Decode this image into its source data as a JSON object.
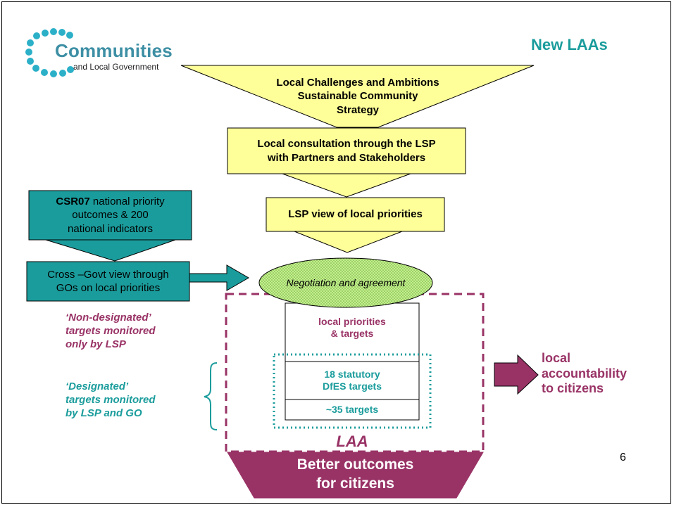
{
  "logo": {
    "name": "Communities",
    "subtitle": "and Local Government"
  },
  "title": "New LAAs",
  "funnel": {
    "top_line1": "Local Challenges and Ambitions",
    "top_line2": "Sustainable Community",
    "top_line3": "Strategy",
    "consultation_line1": "Local consultation through the LSP",
    "consultation_line2": "with Partners and Stakeholders",
    "lsp_view": "LSP view of local priorities"
  },
  "national": {
    "csr_bold": "CSR07",
    "csr_rest_line1": " national priority",
    "csr_line2": "outcomes & 200",
    "csr_line3": "national indicators",
    "crossgovt_line1": "Cross –Govt view through",
    "crossgovt_line2": "GOs on local priorities"
  },
  "negotiation": "Negotiation and agreement",
  "side_labels": {
    "non_designated_line1": "‘Non-designated’",
    "non_designated_line2": "targets monitored",
    "non_designated_line3": "only by LSP",
    "designated_line1": "‘Designated’",
    "designated_line2": "targets monitored",
    "designated_line3": "by LSP and GO"
  },
  "targets": {
    "local_line1": "local priorities",
    "local_line2": "& targets",
    "statutory_line1": "18 statutory",
    "statutory_line2": "DfES targets",
    "approx": "~35 targets"
  },
  "laa_label": "LAA",
  "outcome_line1": "Better outcomes",
  "outcome_line2": "for citizens",
  "accountability_line1": "local",
  "accountability_line2": "accountability",
  "accountability_line3": "to citizens",
  "page_number": "6",
  "colors": {
    "yellow": "#ffff99",
    "teal": "#1b9c9c",
    "magenta": "#993366",
    "green_ellipse": "#b7e67d"
  }
}
